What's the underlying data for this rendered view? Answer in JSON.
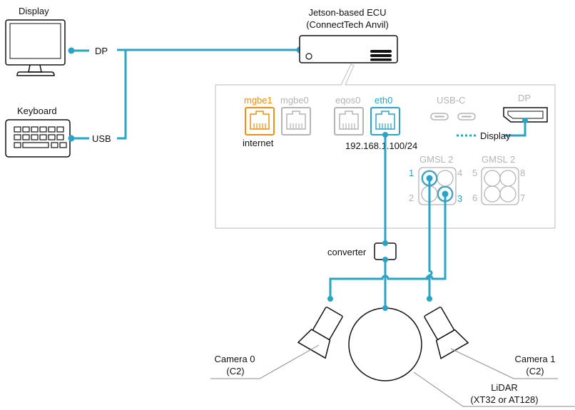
{
  "colors": {
    "cable": "#2aa3c5",
    "orange": "#ef8f0f",
    "gray": "#b4b4b4",
    "dark": "#111111",
    "panel_border": "#c8c8c8",
    "leader": "#8a8a8a"
  },
  "display": {
    "label": "Display",
    "icon": "monitor-icon"
  },
  "keyboard": {
    "label": "Keyboard",
    "icon": "keyboard-icon"
  },
  "links": {
    "dp": "DP",
    "usb": "USB"
  },
  "ecu": {
    "title_line1": "Jetson-based ECU",
    "title_line2": "(ConnectTech Anvil)",
    "icon": "ecu-box-icon"
  },
  "panel": {
    "ports": {
      "mgbe1": "mgbe1",
      "mgbe0": "mgbe0",
      "eqos0": "eqos0",
      "eth0": "eth0",
      "usbc": "USB-C",
      "dp": "DP"
    },
    "internet": "internet",
    "ip": "192.168.1.100/24",
    "display_legend": "Display",
    "gmsl_a": {
      "label": "GMSL 2",
      "n1": "1",
      "n2": "2",
      "n3": "3",
      "n4": "4"
    },
    "gmsl_b": {
      "label": "GMSL 2",
      "n5": "5",
      "n6": "6",
      "n7": "7",
      "n8": "8"
    }
  },
  "converter": {
    "label": "converter"
  },
  "sensors": {
    "camera0": {
      "line1": "Camera 0",
      "line2": "(C2)"
    },
    "camera1": {
      "line1": "Camera 1",
      "line2": "(C2)"
    },
    "lidar": {
      "line1": "LiDAR",
      "line2": "(XT32 or AT128)"
    }
  }
}
